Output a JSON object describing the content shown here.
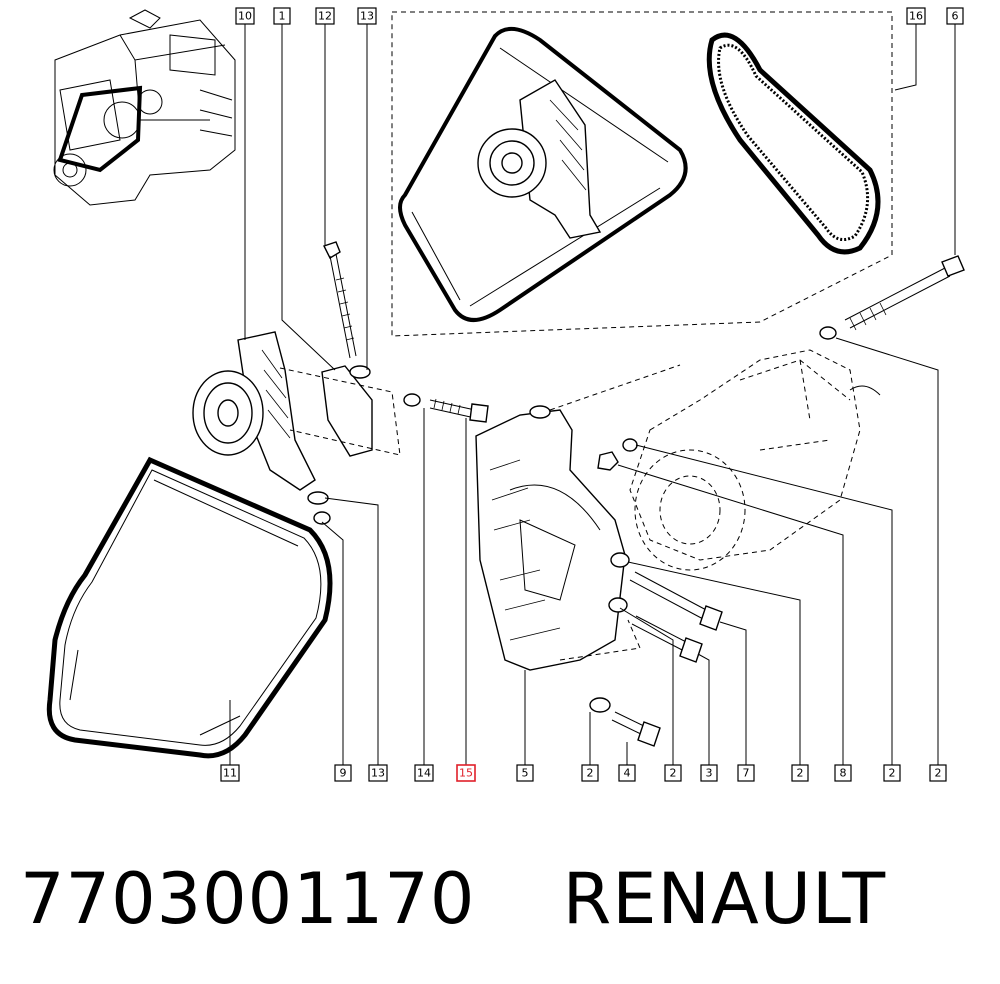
{
  "diagram": {
    "callouts": [
      {
        "id": "c10",
        "label": "10"
      },
      {
        "id": "c1",
        "label": "1"
      },
      {
        "id": "c12",
        "label": "12"
      },
      {
        "id": "c13t",
        "label": "13"
      },
      {
        "id": "c16",
        "label": "16"
      },
      {
        "id": "c6",
        "label": "6"
      },
      {
        "id": "c11",
        "label": "11"
      },
      {
        "id": "c9",
        "label": "9"
      },
      {
        "id": "c13b",
        "label": "13"
      },
      {
        "id": "c14",
        "label": "14"
      },
      {
        "id": "c15",
        "label": "15",
        "highlight": true
      },
      {
        "id": "c5",
        "label": "5"
      },
      {
        "id": "c2a",
        "label": "2"
      },
      {
        "id": "c4",
        "label": "4"
      },
      {
        "id": "c2b",
        "label": "2"
      },
      {
        "id": "c3",
        "label": "3"
      },
      {
        "id": "c7",
        "label": "7"
      },
      {
        "id": "c2c",
        "label": "2"
      },
      {
        "id": "c8",
        "label": "8"
      },
      {
        "id": "c2d",
        "label": "2"
      },
      {
        "id": "c2e",
        "label": "2"
      }
    ],
    "highlight_color": "#e0202a"
  },
  "caption": {
    "part_number": "7703001170",
    "brand": "RENAULT"
  }
}
